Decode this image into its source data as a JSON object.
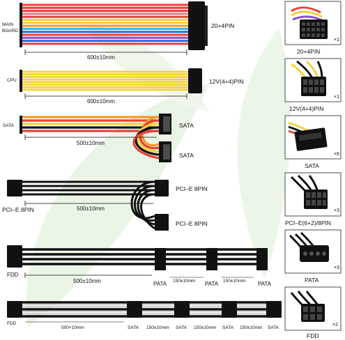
{
  "rows": [
    {
      "left_label_1": "MAIN",
      "left_label_2": "BOARD",
      "length": "600±10mm",
      "connector": "20+4PIN"
    },
    {
      "left_label": "CPU",
      "length": "600±10mm",
      "connector": "12V(4+4)PIN"
    },
    {
      "left_label": "SATA",
      "length": "500±10mm",
      "connector_1": "SATA",
      "connector_2": "SATA"
    },
    {
      "left_label": "PCI–E 8PIN",
      "length": "500±10mm",
      "connector_1": "PCI–E 8PIN",
      "connector_2": "PCI–E 8PIN"
    },
    {
      "left_label": "FDD",
      "length": "500±10mm",
      "segment": "150±10mm",
      "connector": "PATA"
    },
    {
      "left_label": "FDD",
      "length": "500+10mm",
      "segment": "150±10mm",
      "connector": "SATA"
    }
  ],
  "panels": [
    {
      "label": "20+4PIN",
      "multiplier": "×1",
      "icon": "atx-24pin-connector-photo"
    },
    {
      "label": "12V(4+4)PIN",
      "multiplier": "×1",
      "icon": "cpu-8pin-connector-photo"
    },
    {
      "label": "SATA",
      "multiplier": "×6",
      "icon": "sata-connector-photo"
    },
    {
      "label": "PCI–E(6+2)/8PIN",
      "multiplier": "×3",
      "icon": "pcie-8pin-connector-photo"
    },
    {
      "label": "PATA",
      "multiplier": "×3",
      "icon": "molex-connector-photo"
    },
    {
      "label": "FDD",
      "multiplier": "×2",
      "icon": "pcie-6pin-connector-photo"
    }
  ],
  "colors": {
    "red": "#e8423a",
    "pink": "#ef7a8c",
    "yellow": "#f2d23c",
    "orange": "#f39a2a",
    "blue": "#2c6fd6",
    "cyan": "#33b4e6",
    "purple": "#8a4fd0",
    "black": "#111111",
    "white_wire": "#f4f4f4",
    "watermark": "#d8ecd2"
  }
}
